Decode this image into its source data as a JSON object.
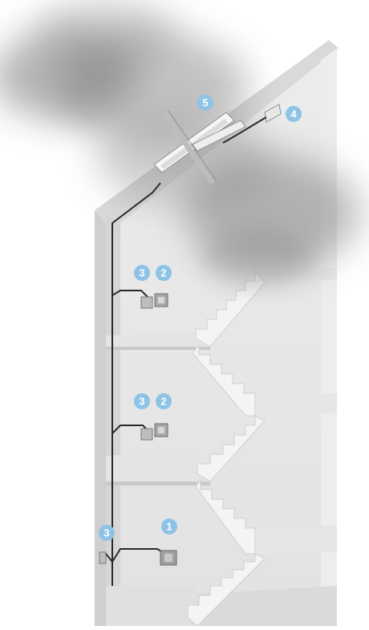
{
  "diagram": {
    "badges": [
      {
        "id": "badge-5",
        "label": "5"
      },
      {
        "id": "badge-4",
        "label": "4"
      },
      {
        "id": "badge-3-top",
        "label": "3"
      },
      {
        "id": "badge-2-top",
        "label": "2"
      },
      {
        "id": "badge-3-mid",
        "label": "3"
      },
      {
        "id": "badge-2-mid",
        "label": "2"
      },
      {
        "id": "badge-1",
        "label": "1"
      },
      {
        "id": "badge-3-bottom",
        "label": "3"
      }
    ],
    "colors": {
      "badge": "#8ec3e6",
      "wall": "#e9e9e9",
      "wall_shadow": "#d4d4d4",
      "floor": "#dcdcdc",
      "cable": "#2a2a2a",
      "smoke": "#7a7a7a"
    }
  }
}
